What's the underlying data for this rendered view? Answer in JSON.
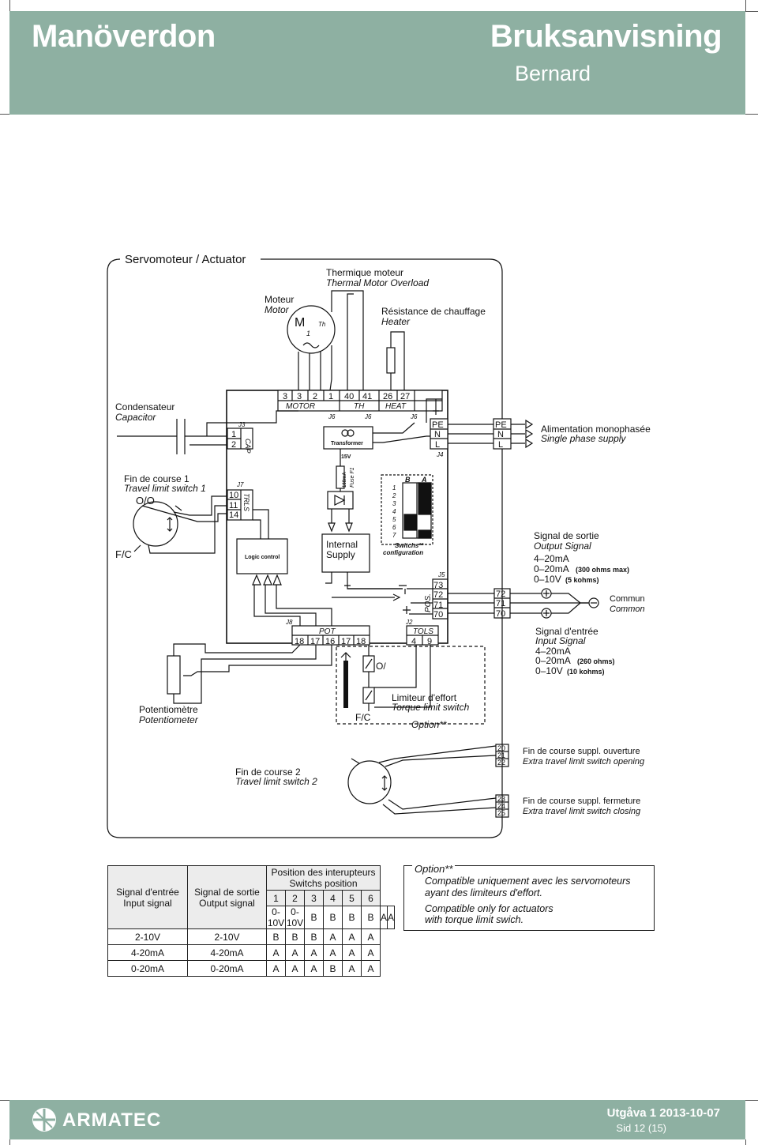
{
  "header": {
    "title": "Manöverdon",
    "manual": "Bruksanvisning",
    "company": "Bernard"
  },
  "diagram": {
    "frame_title": "Servomoteur / Actuator",
    "thermal_fr": "Thermique moteur",
    "thermal_en": "Thermal Motor Overload",
    "motor_fr": "Moteur",
    "motor_en": "Motor",
    "motor_m": "M",
    "motor_1": "1",
    "motor_th": "Th",
    "heater_fr": "Résistance de chauffage",
    "heater_en": "Heater",
    "capacitor_fr": "Condensateur",
    "capacitor_en": "Capacitor",
    "limit1_fr": "Fin de course 1",
    "limit1_en": "Travel limit switch 1",
    "oo": "O/O",
    "fc": "F/C",
    "pot_fr": "Potentiomètre",
    "pot_en": "Potentiometer",
    "limit2_fr": "Fin de course 2",
    "limit2_en": "Travel limit switch 2",
    "torque_fr": "Limiteur d'effort",
    "torque_en": "Torque limit switch",
    "option": "Option**",
    "o_slash": "O/",
    "fc2": "F/C",
    "supply_fr": "Alimentation monophasée",
    "supply_en": "Single phase supply",
    "out_fr": "Signal de sortie",
    "out_en": "Output Signal",
    "out_1": "4–20mA",
    "out_2": "0–20mA",
    "out_2b": "(300 ohms max)",
    "out_3": "0–10V",
    "out_3b": "(5 kohms)",
    "common_fr": "Commun",
    "common_en": "Common",
    "in_fr": "Signal d'entrée",
    "in_en": "Input Signal",
    "in_1": "4–20mA",
    "in_2": "0–20mA",
    "in_2b": "(260 ohms)",
    "in_3": "0–10V",
    "in_3b": "(10 kohms)",
    "extra_open_fr": "Fin de course suppl. ouverture",
    "extra_open_en": "Extra travel limit switch opening",
    "extra_close_fr": "Fin de course suppl. fermeture",
    "extra_close_en": "Extra travel limit switch closing",
    "lbl_motor": "MOTOR",
    "lbl_th": "TH",
    "lbl_heat": "HEAT",
    "lbl_j6": "J6",
    "lbl_j3": "J3",
    "lbl_cap": "CAP",
    "lbl_j7": "J7",
    "lbl_trls": "TRLS",
    "lbl_j4": "J4",
    "lbl_j5": "J5",
    "lbl_j8": "J8",
    "lbl_j2": "J2",
    "lbl_pot": "POT",
    "lbl_tols": "TOLS",
    "lbl_pos": "POS.",
    "lbl_transformer": "Transformer",
    "lbl_15v": "15V",
    "lbl_fuse": "Fuse F1",
    "lbl_fuse_rating": "160mA",
    "lbl_logic": "Logic control",
    "lbl_internal": "Internal",
    "lbl_supply": "Supply",
    "lbl_switches": "Switchs**",
    "lbl_config": "configuration",
    "lbl_b": "B",
    "lbl_a": "A",
    "top_terms": [
      "3",
      "3",
      "2",
      "1",
      "40",
      "41",
      "26",
      "27"
    ],
    "cap_terms": [
      "1",
      "2"
    ],
    "trls_terms": [
      "10",
      "11",
      "14"
    ],
    "supply_terms": [
      "PE",
      "N",
      "L"
    ],
    "pos_terms": [
      "73",
      "72",
      "71",
      "70"
    ],
    "out_terms": [
      "72",
      "71",
      "70"
    ],
    "pot_terms": [
      "18",
      "17",
      "16",
      "17",
      "18"
    ],
    "tols_terms": [
      "4",
      "9"
    ],
    "extra_open_terms": [
      "20",
      "21",
      "22"
    ],
    "extra_close_terms": [
      "23",
      "24",
      "25"
    ],
    "switch_rows": [
      "1",
      "2",
      "3",
      "4",
      "5",
      "6",
      "7"
    ]
  },
  "signal_table": {
    "h_in": [
      "Signal d'entrée",
      "Input signal"
    ],
    "h_out": [
      "Signal de sortie",
      "Output signal"
    ],
    "h_pos": [
      "Position des interupteurs",
      "Switchs position"
    ],
    "switch_nums": [
      "1",
      "2",
      "3",
      "4",
      "5",
      "6"
    ],
    "rows": [
      [
        "0-10V",
        "0-10V",
        "B",
        "B",
        "B",
        "B",
        "A",
        "A"
      ],
      [
        "2-10V",
        "2-10V",
        "B",
        "B",
        "B",
        "A",
        "A",
        "A"
      ],
      [
        "4-20mA",
        "4-20mA",
        "A",
        "A",
        "A",
        "A",
        "A",
        "A"
      ],
      [
        "0-20mA",
        "0-20mA",
        "A",
        "A",
        "A",
        "B",
        "A",
        "A"
      ]
    ]
  },
  "option_box": {
    "title": "Option**",
    "l1": "Compatible uniquement avec les servomoteurs",
    "l2": "ayant des limiteurs d'effort.",
    "l3": "Compatible only for actuators",
    "l4": "with torque limit swich."
  },
  "footer": {
    "brand": "ARMATEC",
    "edition": "Utgåva 1 2013-10-07",
    "page": "Sid 12 (15)"
  }
}
